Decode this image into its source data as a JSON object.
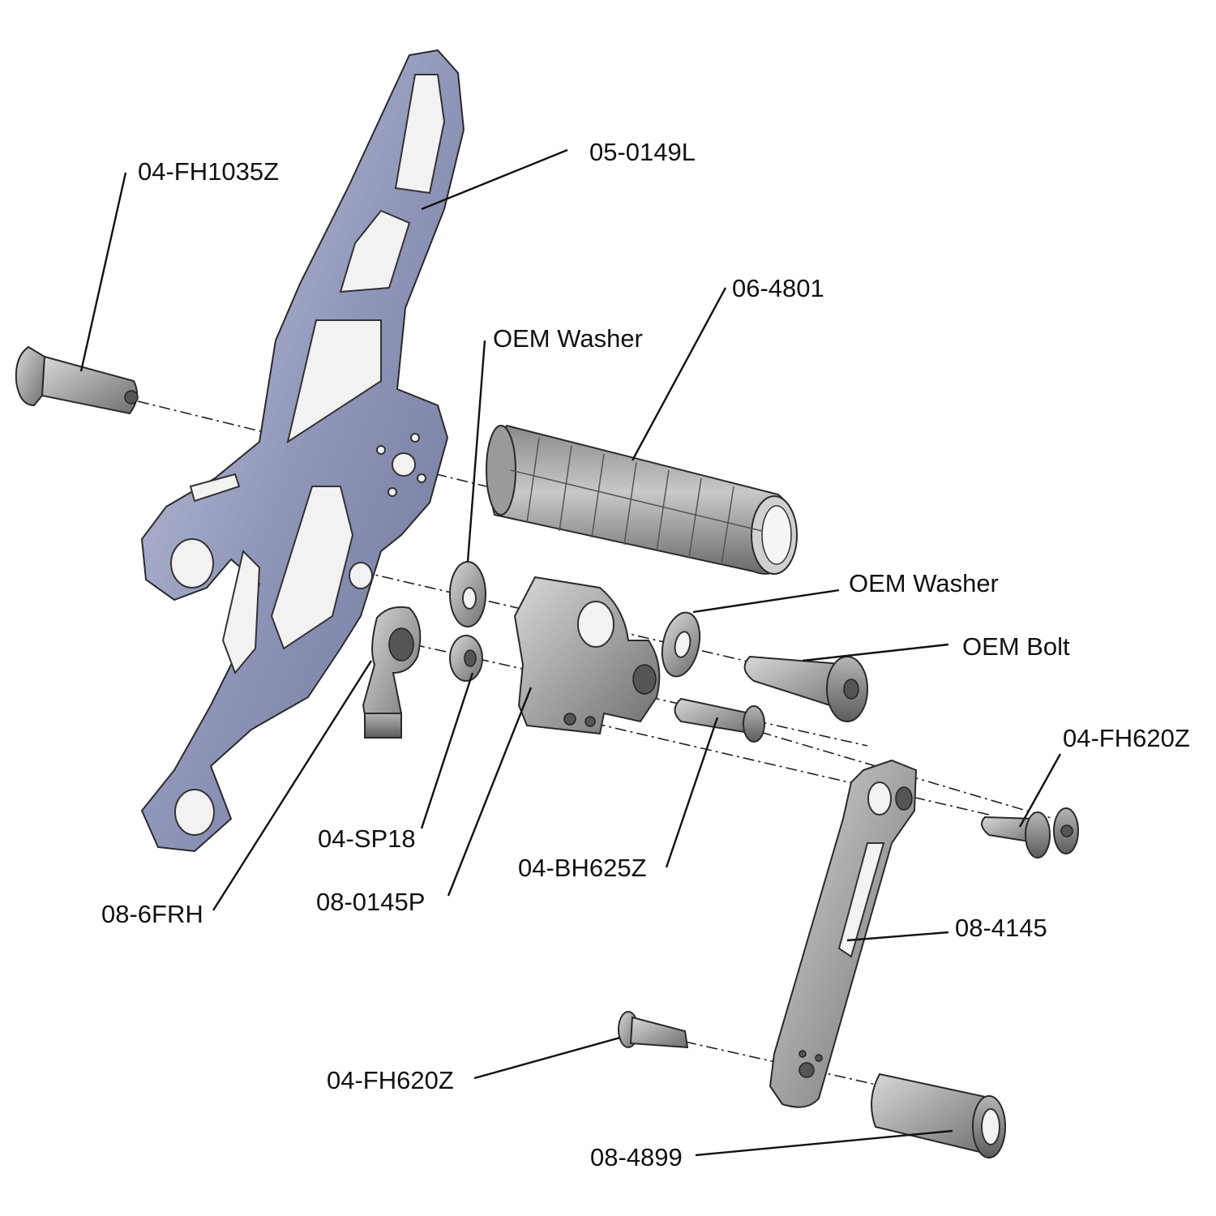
{
  "diagram": {
    "labels": {
      "fh1035z": "04-FH1035Z",
      "bracket": "05-0149L",
      "footpeg": "06-4801",
      "oem_washer_upper": "OEM Washer",
      "oem_washer_right": "OEM Washer",
      "oem_bolt": "OEM Bolt",
      "fh620z_right": "04-FH620Z",
      "sp18": "04-SP18",
      "bh625z": "04-BH625Z",
      "rod_end": "08-6FRH",
      "pivot": "08-0145P",
      "lever": "08-4145",
      "fh620z_bottom": "04-FH620Z",
      "peg_spacer": "08-4899"
    },
    "colors": {
      "bracket": "#8f95b8",
      "parts": "#9a9a9a",
      "line": "#111111"
    }
  }
}
